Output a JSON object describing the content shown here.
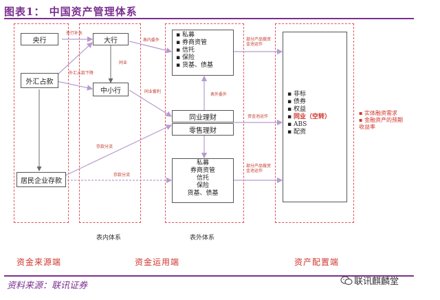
{
  "title": "图表1：   中国资产管理体系",
  "source": "资料来源：联讯证券",
  "brand": "联讯麒麟堂",
  "nodes": {
    "central_bank": "央行",
    "fx_reserve": "外汇占款",
    "resident_deposit": "居民企业存款",
    "big_bank": "大行",
    "small_bank": "中小行",
    "wmp_interbank": "同业理财",
    "wmp_retail": "零售理财",
    "upper_list": [
      "私募",
      "券商资管",
      "信托",
      "保险",
      "货基、债基"
    ],
    "lower_list": [
      "私募",
      "券商资管",
      "信托",
      "保险",
      "货基、债基"
    ],
    "asset_list": [
      {
        "text": "非标",
        "highlight": false
      },
      {
        "text": "债券",
        "highlight": false
      },
      {
        "text": "权益",
        "highlight": false
      },
      {
        "text": "同业（空转）",
        "highlight": true
      },
      {
        "text": "ABS",
        "highlight": false
      },
      {
        "text": "配资",
        "highlight": false
      }
    ],
    "right_notes": [
      "实体融资需求",
      "金融资产的预期收益率"
    ]
  },
  "edge_labels": {
    "liquidity_injection": "央行补水",
    "fx_reserve_down": "外汇占款下降",
    "interbank": "同业",
    "interbank_arbitrage": "同业套利",
    "deposit_diversion_1": "存款分流",
    "deposit_diversion_2": "存款分流",
    "on_to_off_1": "表内委外",
    "off_outsource": "表外委外",
    "partial_pool_1": "部分产品做资金池运作",
    "fund_pool": "资金池运作",
    "partial_pool_2": "部分产品做资金池运作"
  },
  "system_labels": {
    "on_balance": "表内体系",
    "off_balance": "表外体系"
  },
  "end_labels": {
    "source_end": "资金来源端",
    "use_end": "资金运用端",
    "allocation_end": "资产配置端"
  },
  "colors": {
    "accent": "#7a2f8f",
    "dash": "#e0505a",
    "arrow": "#b79ad0",
    "highlight": "#d0342c"
  }
}
